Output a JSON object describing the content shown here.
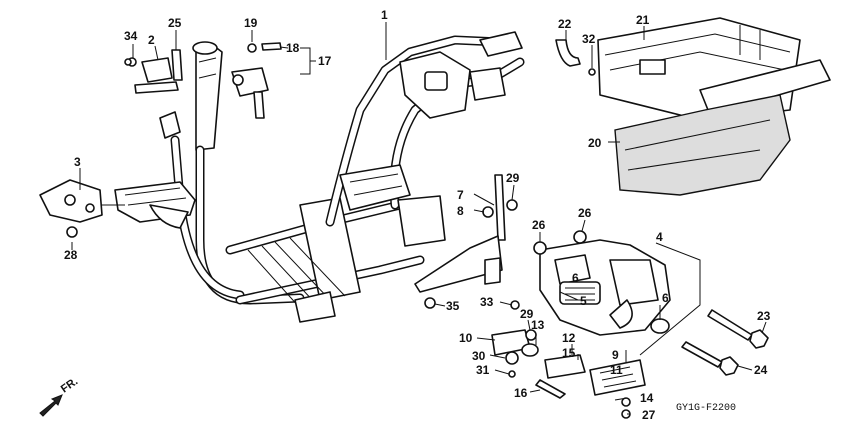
{
  "diagram": {
    "code": "GY1G-F2200",
    "direction_label": "FR.",
    "callouts": [
      {
        "id": "c1",
        "text": "1"
      },
      {
        "id": "c2",
        "text": "2"
      },
      {
        "id": "c3",
        "text": "3"
      },
      {
        "id": "c4",
        "text": "4"
      },
      {
        "id": "c5",
        "text": "5"
      },
      {
        "id": "c6a",
        "text": "6"
      },
      {
        "id": "c6b",
        "text": "6"
      },
      {
        "id": "c7",
        "text": "7"
      },
      {
        "id": "c8",
        "text": "8"
      },
      {
        "id": "c9",
        "text": "9"
      },
      {
        "id": "c10",
        "text": "10"
      },
      {
        "id": "c11",
        "text": "11"
      },
      {
        "id": "c12",
        "text": "12"
      },
      {
        "id": "c13",
        "text": "13"
      },
      {
        "id": "c14",
        "text": "14"
      },
      {
        "id": "c15",
        "text": "15"
      },
      {
        "id": "c16",
        "text": "16"
      },
      {
        "id": "c17",
        "text": "17"
      },
      {
        "id": "c18",
        "text": "18"
      },
      {
        "id": "c19",
        "text": "19"
      },
      {
        "id": "c20",
        "text": "20"
      },
      {
        "id": "c21",
        "text": "21"
      },
      {
        "id": "c22",
        "text": "22"
      },
      {
        "id": "c23",
        "text": "23"
      },
      {
        "id": "c24",
        "text": "24"
      },
      {
        "id": "c25",
        "text": "25"
      },
      {
        "id": "c26a",
        "text": "26"
      },
      {
        "id": "c26b",
        "text": "26"
      },
      {
        "id": "c27",
        "text": "27"
      },
      {
        "id": "c28",
        "text": "28"
      },
      {
        "id": "c29a",
        "text": "29"
      },
      {
        "id": "c29b",
        "text": "29"
      },
      {
        "id": "c30",
        "text": "30"
      },
      {
        "id": "c31",
        "text": "31"
      },
      {
        "id": "c32",
        "text": "32"
      },
      {
        "id": "c33",
        "text": "33"
      },
      {
        "id": "c34",
        "text": "34"
      },
      {
        "id": "c35",
        "text": "35"
      }
    ]
  }
}
